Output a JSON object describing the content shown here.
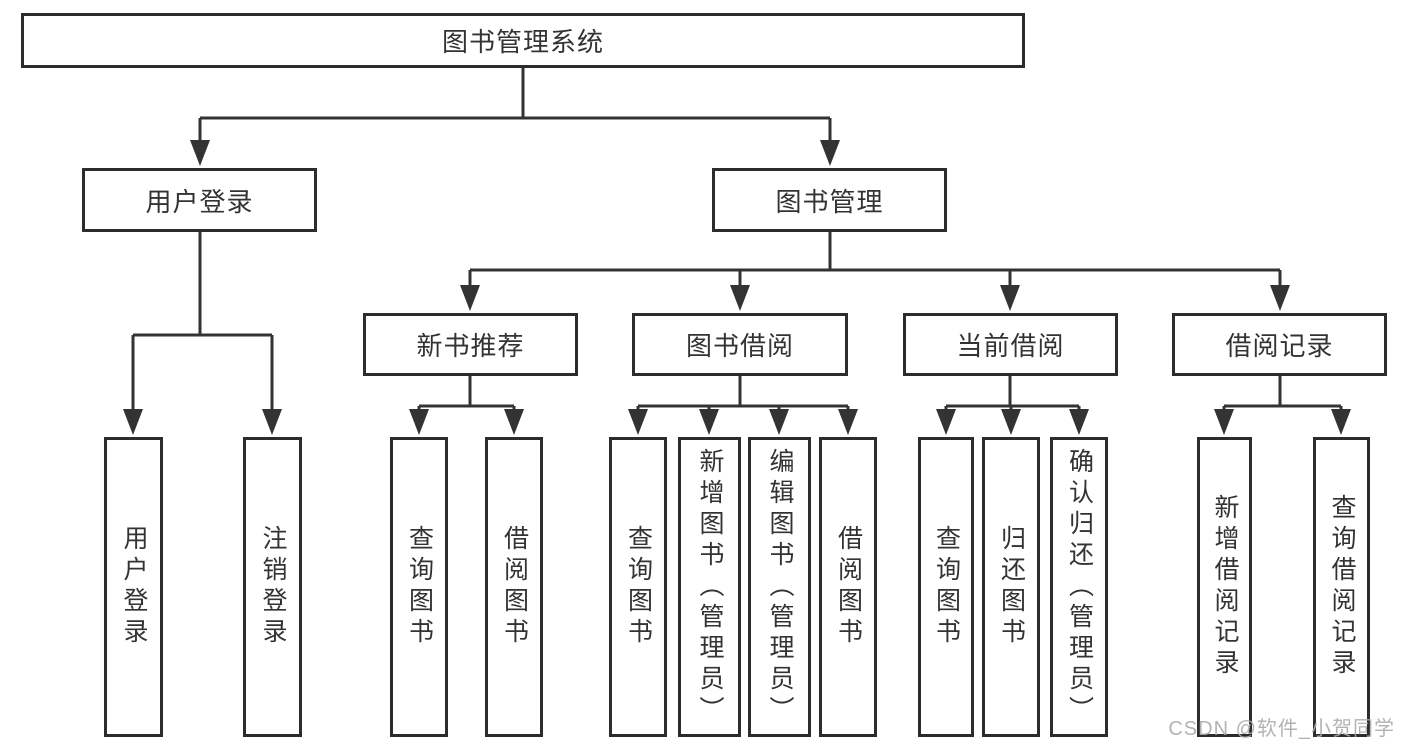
{
  "tree": {
    "root": "图书管理系统",
    "branches": [
      {
        "label": "用户登录",
        "children": [
          "用户登录",
          "注销登录"
        ]
      },
      {
        "label": "图书管理",
        "groups": [
          {
            "label": "新书推荐",
            "children": [
              "查询图书",
              "借阅图书"
            ]
          },
          {
            "label": "图书借阅",
            "children": [
              "查询图书",
              "新增图书（管理员）",
              "编辑图书（管理员）",
              "借阅图书"
            ]
          },
          {
            "label": "当前借阅",
            "children": [
              "查询图书",
              "归还图书",
              "确认归还（管理员）"
            ]
          },
          {
            "label": "借阅记录",
            "children": [
              "新增借阅记录",
              "查询借阅记录"
            ]
          }
        ]
      }
    ]
  },
  "watermark": "CSDN @软件_小贺同学",
  "colors": {
    "line": "#333333",
    "box_border": "#2c2c2c",
    "text": "#333333",
    "watermark": "#ababab",
    "background": "#ffffff"
  }
}
